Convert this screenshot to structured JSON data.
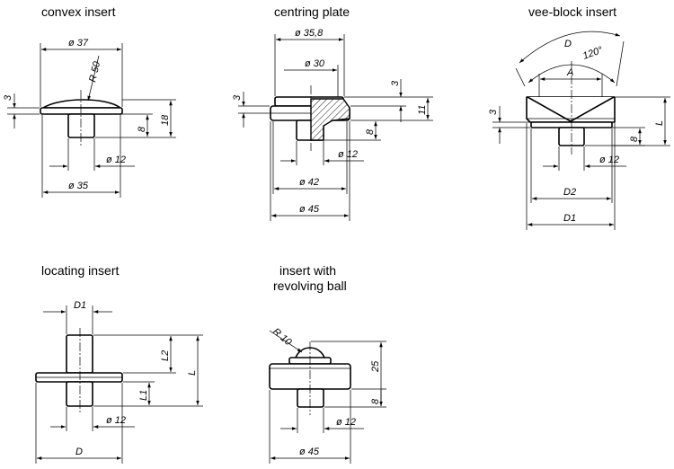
{
  "views": {
    "convex": {
      "title": "convex insert",
      "d_top": "ø 37",
      "radius": "R 50",
      "h_small": "3",
      "h_shank": "8",
      "h_total": "18",
      "d_shank": "ø 12",
      "d_base": "ø 35"
    },
    "centring": {
      "title": "centring plate",
      "d_top": "ø 35,8",
      "d_inner": "ø 30",
      "h_small_left": "3",
      "h_small_right": "3",
      "h_right": "11",
      "h_shank": "8",
      "d_shank": "ø 12",
      "d_mid": "ø 42",
      "d_base": "ø 45"
    },
    "vee": {
      "title": "vee-block insert",
      "d_arc": "D",
      "angle": "120°",
      "width_a": "A",
      "h_small": "3",
      "length": "L",
      "h_shank": "8",
      "d_shank": "ø 12",
      "d2": "D2",
      "d1": "D1"
    },
    "locating": {
      "title": "locating insert",
      "d1": "D1",
      "l2": "L2",
      "l": "L",
      "l1": "L1",
      "d_shank": "ø 12",
      "d": "D"
    },
    "ball": {
      "title_line1": "insert with",
      "title_line2": "revolving ball",
      "radius": "R 10",
      "h_total": "25",
      "h_shank": "8",
      "d_shank": "ø 12",
      "d_base": "ø 45"
    }
  }
}
